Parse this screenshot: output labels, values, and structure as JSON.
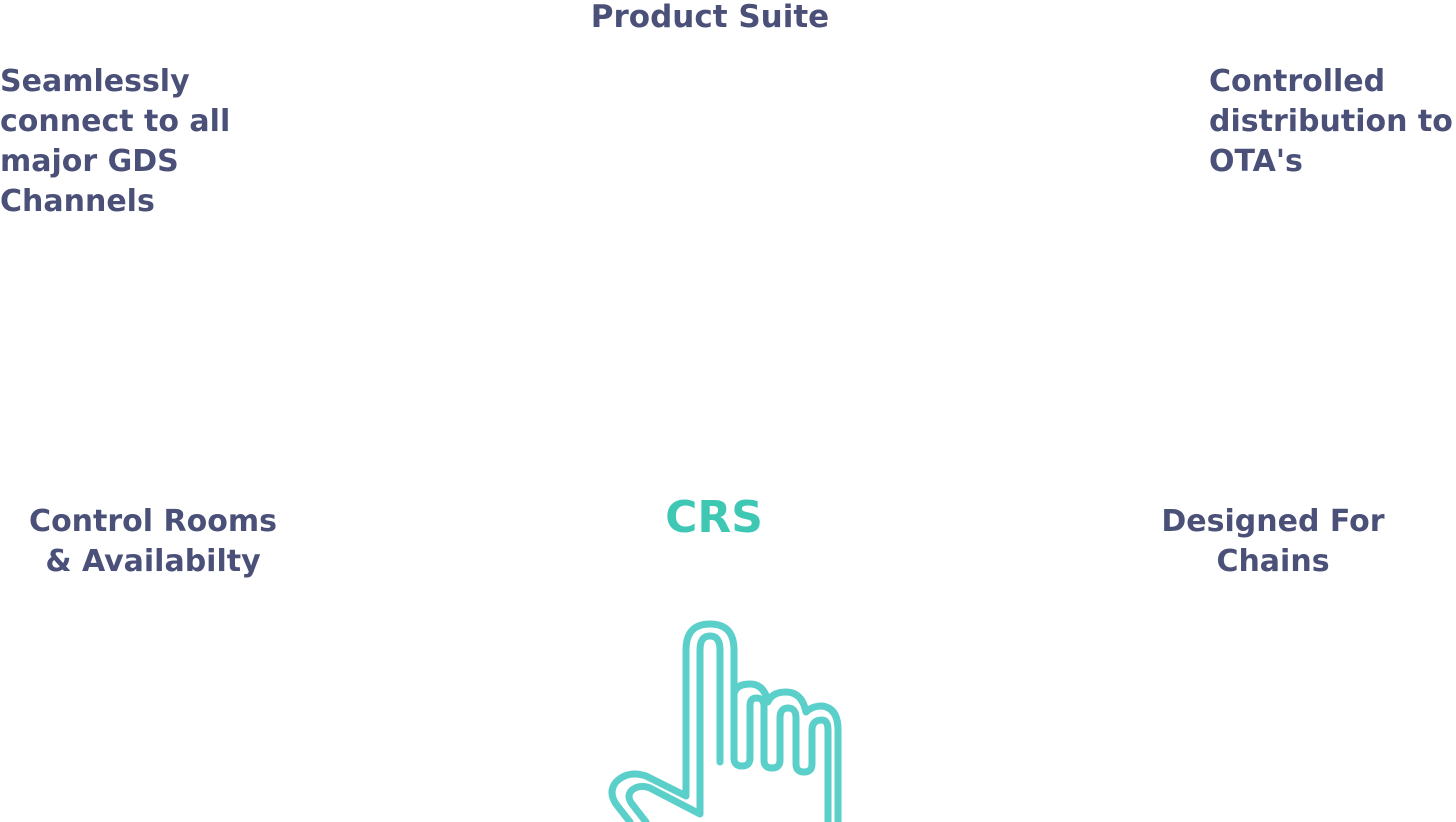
{
  "title": "Product Suite",
  "center_label": "CRS",
  "features": {
    "top_left": "Seamlessly\nconnect to all\nmajor GDS\nChannels",
    "top_right": "Controlled\ndistribution to\nOTA's",
    "bottom_left": "Control Rooms\n& Availabilty",
    "bottom_right": "Designed For\nChains"
  },
  "colors": {
    "text": "#4a5078",
    "accent": "#3ec8b4",
    "icon": "#5bcfc9"
  },
  "icons": {
    "pointer": "pointing-hand-icon"
  }
}
